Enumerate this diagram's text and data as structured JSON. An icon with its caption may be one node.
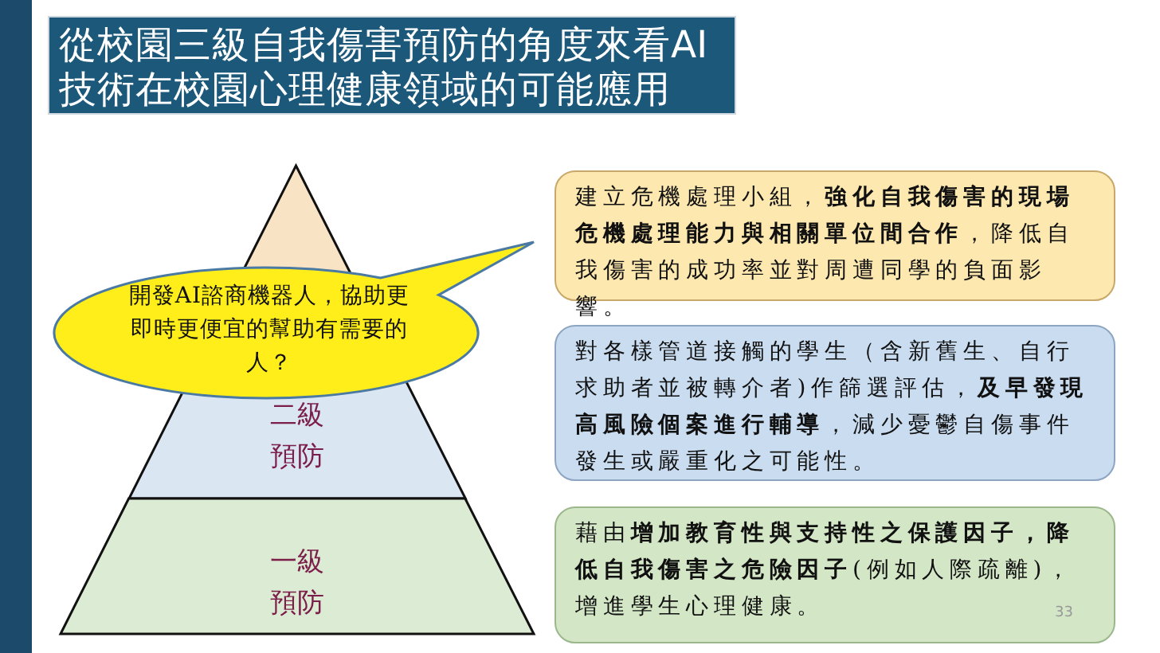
{
  "diagram": {
    "title": "從校園三級自我傷害預防的角度來看AI技術在校園心理健康領域的可能應用",
    "nodes": [
      {
        "text": [],
        "shape": "triangle"
      },
      {
        "text": [
          "二級預防"
        ]
      },
      {
        "text": [
          "一級預防"
        ]
      },
      {
        "text": [
          "開發AI諮商機器人，協助更即時更便宜的幫助有需要的人？"
        ]
      },
      {
        "text": [
          "建立危機處理小組，**強化自我傷害的現場危機處理能力與相關單位間合作**，降低自我傷害的成功率並對周遭同學的負面影響。"
        ]
      },
      {
        "text": [
          "對各樣管道接觸的學生（含新舊生、自行求助者並被轉介者)作篩選評估，**及早發現高風險個案進行輔導**，減少憂鬱自傷事件發生或嚴重化之可能性。"
        ]
      },
      {
        "text": [
          "藉由**增加教育性與支持性之保護因子，降低自我傷害之危險因子**(例如人際疏離)，增進學生心理健康。"
        ]
      },
      {
        "text": [],
        "shape": "bar"
      }
    ],
    "labels": [
      "33"
    ]
  }
}
